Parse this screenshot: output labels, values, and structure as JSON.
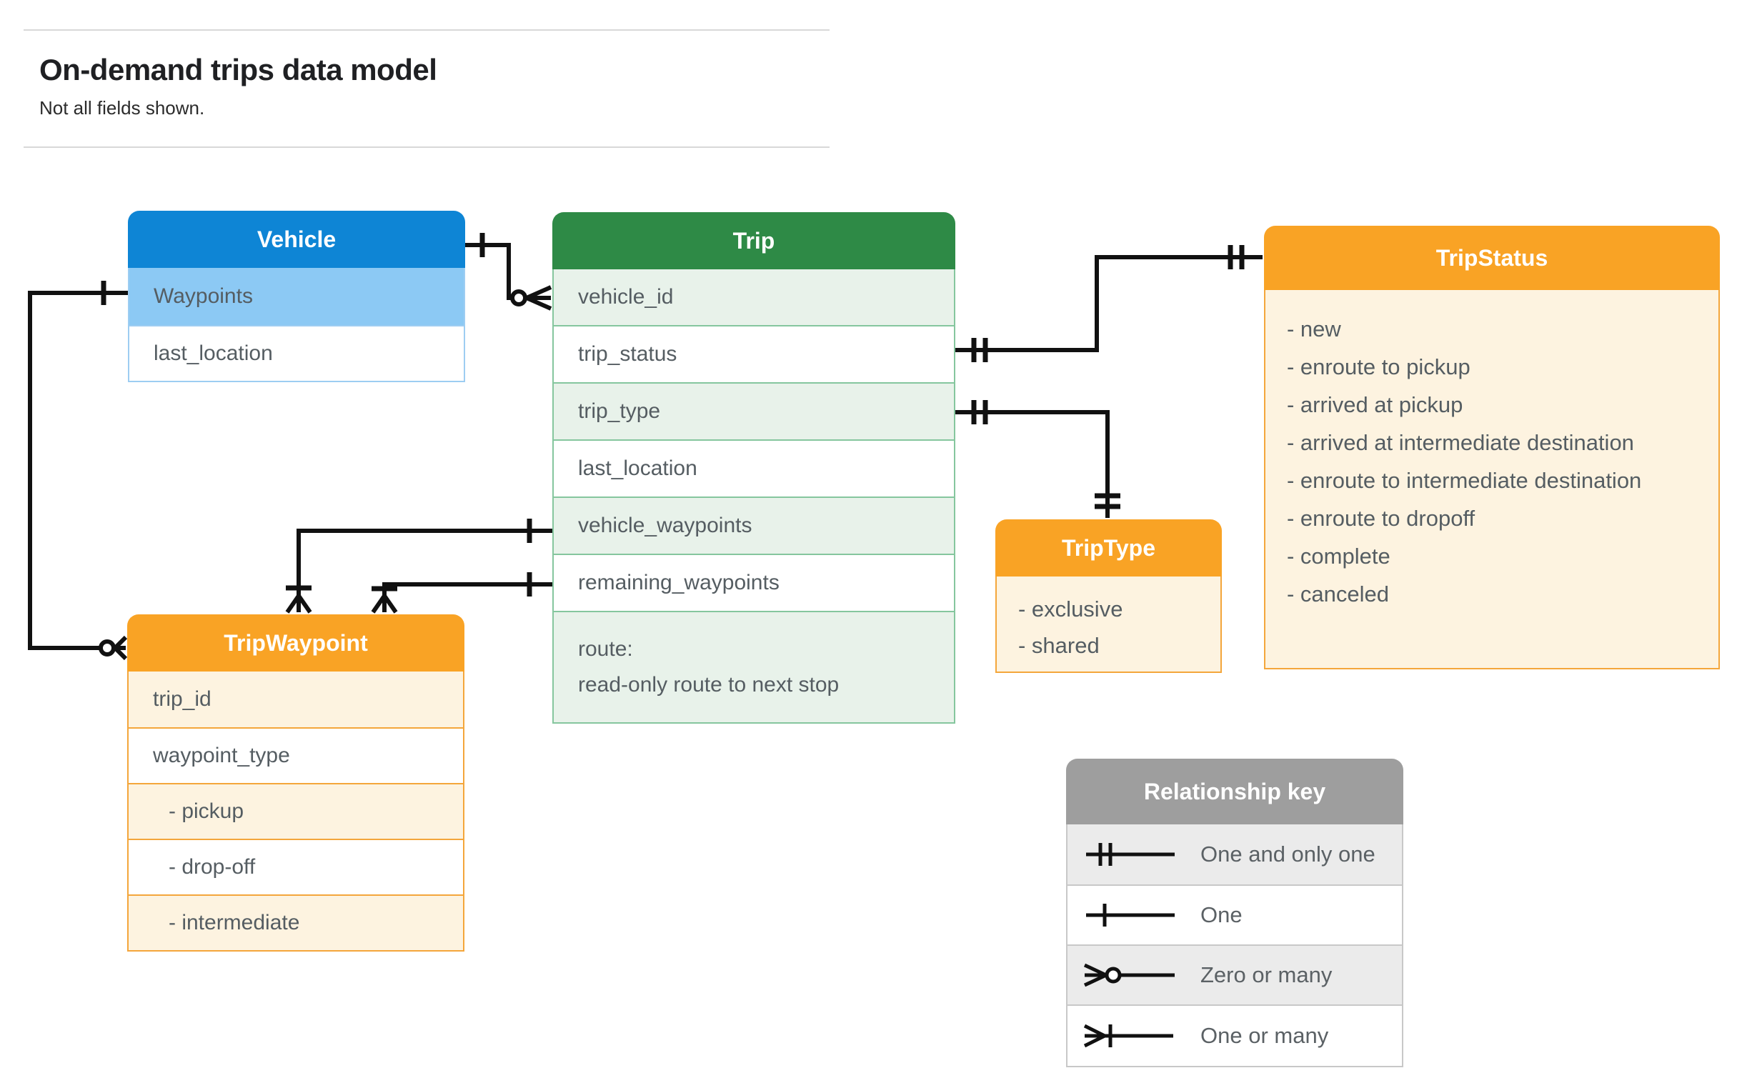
{
  "header": {
    "title": "On-demand trips data model",
    "subtitle": "Not all fields shown."
  },
  "entities": {
    "vehicle": {
      "title": "Vehicle",
      "fields": [
        "Waypoints",
        "last_location"
      ]
    },
    "trip": {
      "title": "Trip",
      "fields": [
        "vehicle_id",
        "trip_status",
        "trip_type",
        "last_location",
        "vehicle_waypoints",
        "remaining_waypoints"
      ],
      "route_lines": [
        "route:",
        "read-only route to next stop"
      ]
    },
    "tripStatus": {
      "title": "TripStatus",
      "values": [
        "- new",
        "- enroute to pickup",
        "- arrived at pickup",
        "- arrived at intermediate destination",
        "- enroute to intermediate destination",
        "- enroute to dropoff",
        "- complete",
        "- canceled"
      ]
    },
    "tripType": {
      "title": "TripType",
      "values": [
        "- exclusive",
        "- shared"
      ]
    },
    "tripWaypoint": {
      "title": "TripWaypoint",
      "fields": [
        "trip_id",
        "waypoint_type",
        "- pickup",
        "- drop-off",
        "- intermediate"
      ]
    }
  },
  "legend": {
    "title": "Relationship key",
    "items": [
      {
        "symbol": "one-and-only-one",
        "label": "One and only one"
      },
      {
        "symbol": "one",
        "label": "One"
      },
      {
        "symbol": "zero-or-many",
        "label": "Zero or many"
      },
      {
        "symbol": "one-or-many",
        "label": "One or many"
      }
    ]
  },
  "colors": {
    "vehicle_header": "#0e85d5",
    "vehicle_highlight_row": "#8cc9f4",
    "trip_header": "#2e8a46",
    "trip_tint_row": "#e8f2ea",
    "orange_header": "#f9a325",
    "orange_tint_row": "#fdf3e0",
    "legend_header": "#9e9e9e",
    "legend_tint_row": "#ebebeb",
    "field_text": "#555d62",
    "connector_line": "#111111"
  }
}
